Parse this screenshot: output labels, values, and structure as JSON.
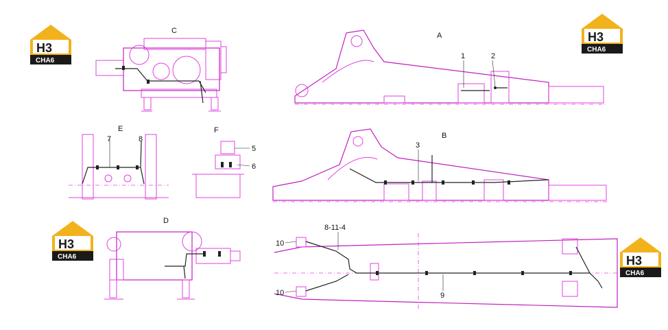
{
  "logos": [
    {
      "id": "logo-top-left",
      "mark": "H3",
      "name": "CHA6"
    },
    {
      "id": "logo-top-right",
      "mark": "H3",
      "name": "CHA6"
    },
    {
      "id": "logo-mid-left",
      "mark": "H3",
      "name": "CHA6"
    },
    {
      "id": "logo-mid-right",
      "mark": "H3",
      "name": "CHA6"
    }
  ],
  "views": {
    "A": "A",
    "B": "B",
    "C": "C",
    "D": "D",
    "E": "E",
    "F": "F"
  },
  "callouts": {
    "c1": "1",
    "c2": "2",
    "c3": "3",
    "c5": "5",
    "c6": "6",
    "c7": "7",
    "c8": "8",
    "c8114": "8-11-4",
    "c9": "9",
    "c10a": "10",
    "c10b": "10"
  },
  "colors": {
    "drawing": "#e040e0",
    "wire": "#222222",
    "logo_gold": "#f2b21b",
    "logo_dark": "#1a1a1a"
  }
}
